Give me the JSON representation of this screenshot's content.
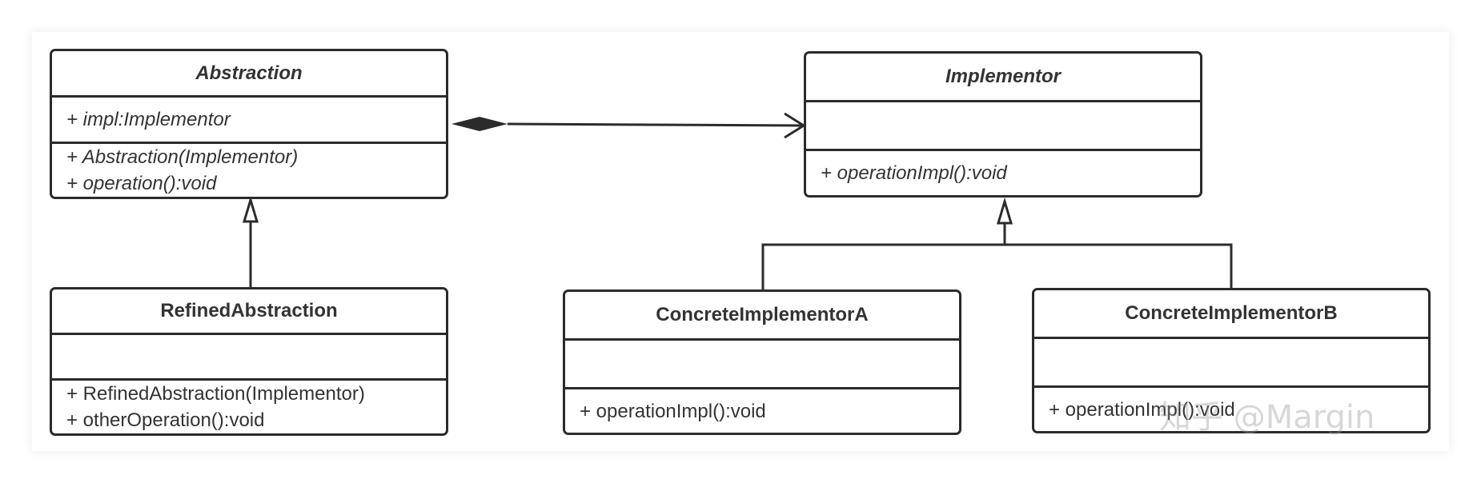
{
  "classes": {
    "abstraction": {
      "name": "Abstraction",
      "attributes": [
        "+ impl:Implementor"
      ],
      "operations": [
        "+ Abstraction(Implementor)",
        "+ operation():void"
      ]
    },
    "implementor": {
      "name": "Implementor",
      "attributes": [],
      "operations": [
        "+ operationImpl():void"
      ]
    },
    "refined_abstraction": {
      "name": "RefinedAbstraction",
      "attributes": [],
      "operations": [
        "+ RefinedAbstraction(Implementor)",
        "+ otherOperation():void"
      ]
    },
    "concrete_a": {
      "name": "ConcreteImplementorA",
      "attributes": [],
      "operations": [
        "+ operationImpl():void"
      ]
    },
    "concrete_b": {
      "name": "ConcreteImplementorB",
      "attributes": [],
      "operations": [
        "+ operationImpl():void"
      ]
    }
  },
  "relations": [
    {
      "type": "composition",
      "from": "Abstraction",
      "to": "Implementor"
    },
    {
      "type": "generalization",
      "from": "RefinedAbstraction",
      "to": "Abstraction"
    },
    {
      "type": "generalization",
      "from": "ConcreteImplementorA",
      "to": "Implementor"
    },
    {
      "type": "generalization",
      "from": "ConcreteImplementorB",
      "to": "Implementor"
    }
  ],
  "watermark": {
    "text": "知乎 @Margin"
  },
  "colors": {
    "stroke": "#2b2b2b",
    "text": "#333333"
  }
}
